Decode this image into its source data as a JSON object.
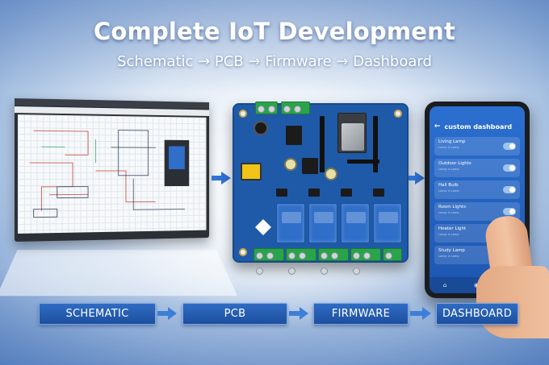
{
  "header": {
    "title": "Complete IoT Development",
    "subtitle": "Schematic → PCB → Firmware → Dashboard"
  },
  "phone": {
    "app_title": "custom dashboard",
    "devices": [
      {
        "name": "Living Lamp",
        "sub": "Lamp: is Lamp",
        "toggle": true
      },
      {
        "name": "Outdoor Lights",
        "sub": "Lamp: is Lamp",
        "toggle": true
      },
      {
        "name": "Hall Bulb",
        "sub": "Lamp: is Lamp",
        "toggle": true
      },
      {
        "name": "Room Lights",
        "sub": "Lamp: is Lamp",
        "toggle": true
      },
      {
        "name": "Heater Light",
        "sub": "Lamp: is Lamp",
        "toggle": false
      },
      {
        "name": "Study Lamp",
        "sub": "Lamp: is Lamp",
        "toggle": false
      }
    ]
  },
  "steps": [
    "SCHEMATIC",
    "PCB",
    "FIRMWARE",
    "DASHBOARD"
  ],
  "colors": {
    "accent": "#1d4f9e",
    "pcb": "#1f5aa8",
    "relay": "#2f6fc9",
    "terminal": "#2aa44a"
  },
  "icons": [
    "back-arrow-icon",
    "home-icon",
    "location-icon",
    "settings-icon"
  ]
}
